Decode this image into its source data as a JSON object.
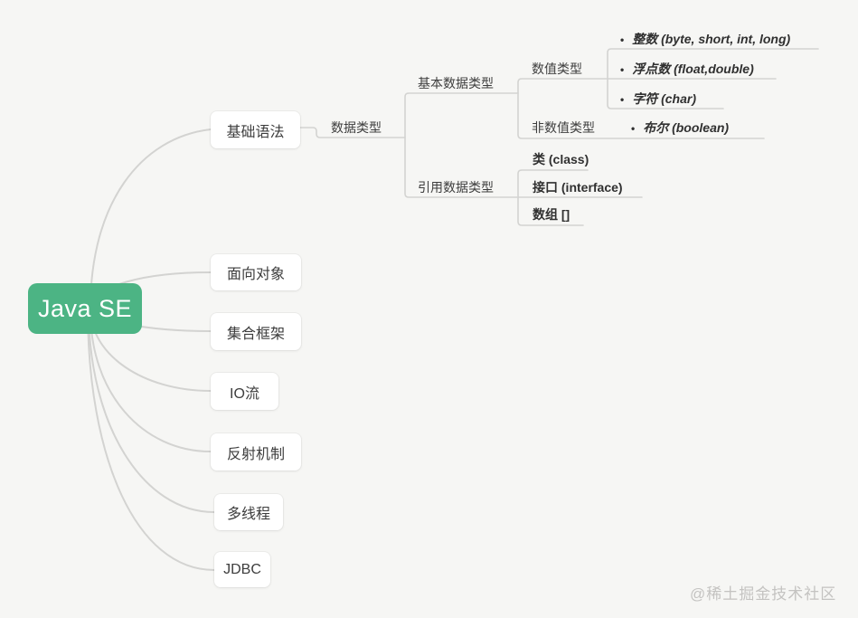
{
  "root": {
    "label": "Java SE"
  },
  "branches": [
    {
      "label": "基础语法"
    },
    {
      "label": "面向对象"
    },
    {
      "label": "集合框架"
    },
    {
      "label": "IO流"
    },
    {
      "label": "反射机制"
    },
    {
      "label": "多线程"
    },
    {
      "label": "JDBC"
    }
  ],
  "data_type_tree": {
    "root_label": "数据类型",
    "primitive": {
      "label": "基本数据类型",
      "numeric": {
        "label": "数值类型",
        "items": [
          {
            "bullet": "•",
            "label": "整数 (byte, short, int, long)"
          },
          {
            "bullet": "•",
            "label": "浮点数 (float,double)"
          },
          {
            "bullet": "•",
            "label": "字符 (char)"
          }
        ]
      },
      "non_numeric": {
        "label": "非数值类型",
        "items": [
          {
            "bullet": "•",
            "label": "布尔 (boolean)"
          }
        ]
      }
    },
    "reference": {
      "label": "引用数据类型",
      "items": [
        {
          "label": "类 (class)"
        },
        {
          "label": "接口 (interface)"
        },
        {
          "label": "数组 []"
        }
      ]
    }
  },
  "watermark": "@稀土掘金技术社区",
  "colors": {
    "background": "#f6f6f4",
    "line": "#d3d3d1",
    "root_bg": "#4cb484",
    "root_text": "#ffffff",
    "node_bg": "#ffffff",
    "text": "#3d3d3d",
    "watermark": "#c4c3c1"
  }
}
